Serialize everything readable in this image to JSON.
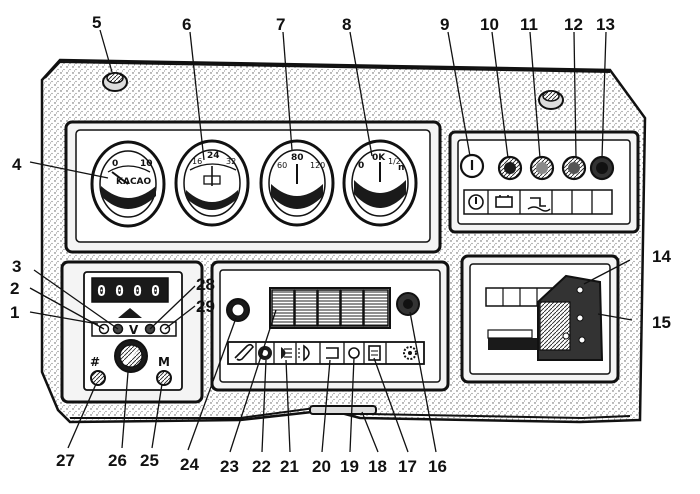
{
  "callouts": [
    "1",
    "2",
    "3",
    "4",
    "5",
    "6",
    "7",
    "8",
    "9",
    "10",
    "11",
    "12",
    "13",
    "14",
    "15",
    "16",
    "17",
    "18",
    "19",
    "20",
    "21",
    "22",
    "23",
    "24",
    "25",
    "26",
    "27",
    "28",
    "29"
  ],
  "gauges": {
    "oil_pressure": {
      "scale": [
        "0",
        "10"
      ],
      "caption": "KACAO"
    },
    "voltmeter": {
      "scale": [
        "16",
        "24",
        "32"
      ]
    },
    "coolant_temp": {
      "scale": [
        "60",
        "80",
        "120"
      ]
    },
    "fuel": {
      "scale": [
        "0",
        "0K",
        "1/2",
        "n"
      ]
    }
  },
  "odometer": {
    "digits": [
      "0",
      "0",
      "0",
      "0"
    ]
  },
  "switch_keys": {
    "left": "#",
    "right": "M",
    "center": "V"
  },
  "colors": {
    "ink": "#111111",
    "paper": "#ffffff",
    "stipple": "#9a9a9a",
    "dial_dark": "#1a1a1a"
  },
  "icons": [
    "oil-can-icon",
    "battery-icon",
    "coolant-icon",
    "paperclip-icon",
    "fan-icon",
    "headlight-icon",
    "fog-lamp-icon",
    "sun-icon",
    "document-icon",
    "gear-icon"
  ]
}
